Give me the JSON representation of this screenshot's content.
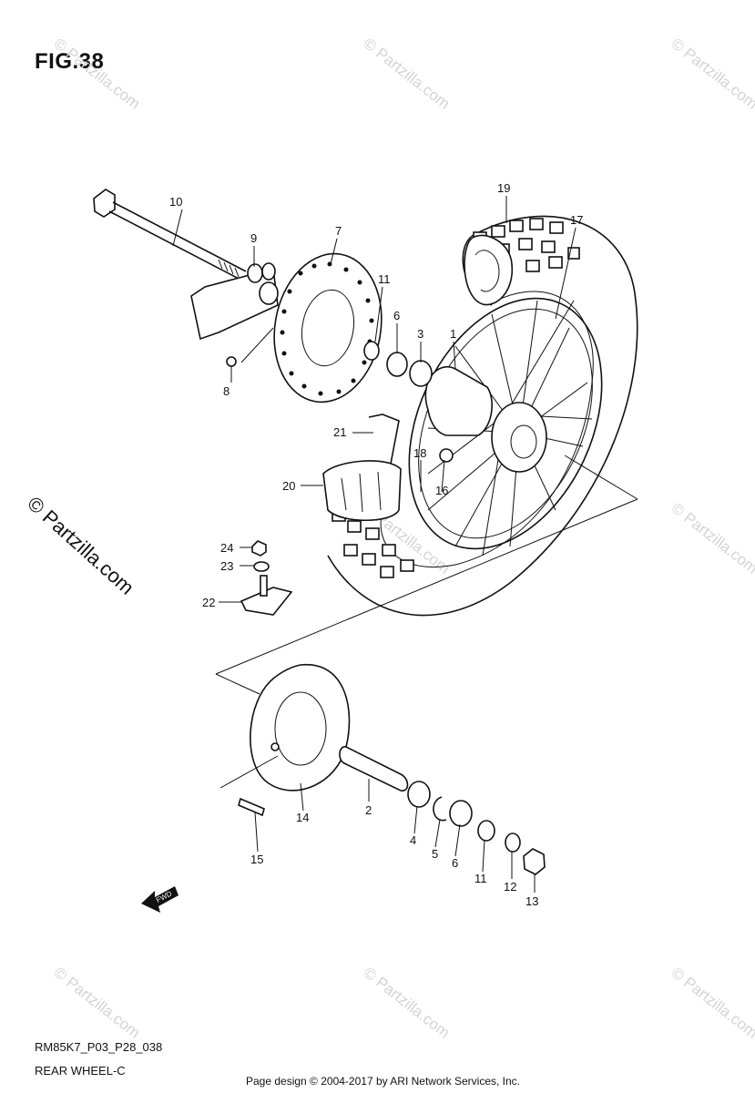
{
  "figure": {
    "title": "FIG.38",
    "code": "RM85K7_P03_P28_038",
    "caption": "REAR WHEEL-C",
    "credit": "Page design © 2004-2017 by ARI Network Services, Inc."
  },
  "watermark": {
    "text": "© Partzilla.com",
    "color": "#d4d4d4"
  },
  "fwd_label": "FWD",
  "callouts": [
    "1",
    "2",
    "3",
    "4",
    "5",
    "6",
    "6",
    "7",
    "8",
    "9",
    "10",
    "11",
    "11",
    "12",
    "13",
    "14",
    "15",
    "16",
    "17",
    "18",
    "19",
    "20",
    "21",
    "22",
    "23",
    "24"
  ]
}
